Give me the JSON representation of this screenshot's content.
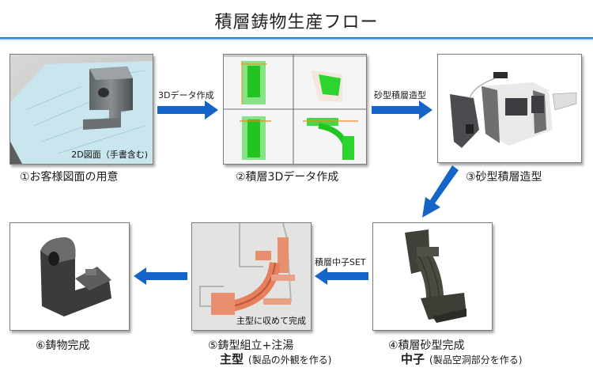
{
  "title": "積層鋳物生産フロー",
  "colors": {
    "accent": "#1a6fc4",
    "arrow": "#1565c8"
  },
  "steps": [
    {
      "caption": "①お客様図面の用意",
      "overlay": "2D図面（手書含む)",
      "image": "part-on-drawing"
    },
    {
      "caption": "②積層3Dデータ作成",
      "image": "cad-four-view-green-model"
    },
    {
      "caption": "③砂型積層造型",
      "image": "sand-3d-printer-machine"
    },
    {
      "caption": "④積層砂型完成",
      "sub_bold": "中子",
      "sub_note": "(製品空洞部分を作る)",
      "image": "sand-core"
    },
    {
      "caption": "⑤鋳型組立+注湯",
      "sub_bold": "主型",
      "sub_note": "(製品の外観を作る)",
      "overlay": "主型に収めて完成",
      "image": "mold-assembly-section"
    },
    {
      "caption": "⑥鋳物完成",
      "image": "finished-casting"
    }
  ],
  "arrows": [
    {
      "label": "3Dデータ作成",
      "direction": "right"
    },
    {
      "label": "砂型積層造型",
      "direction": "right"
    },
    {
      "label": "",
      "direction": "down-left"
    },
    {
      "label": "積層中子SET",
      "direction": "left"
    },
    {
      "label": "",
      "direction": "left"
    }
  ]
}
